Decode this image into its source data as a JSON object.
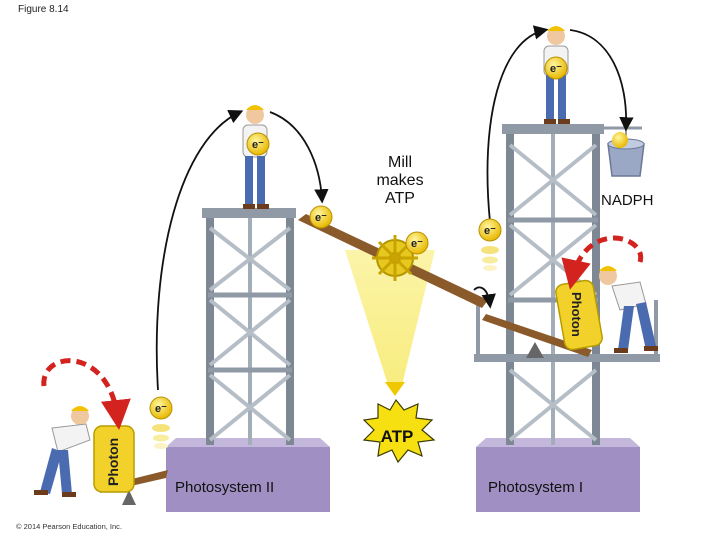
{
  "figure_label": "Figure 8.14",
  "copyright": "© 2014 Pearson Education, Inc.",
  "labels": {
    "mill_line1": "Mill",
    "mill_line2": "makes",
    "mill_line3": "ATP",
    "nadph": "NADPH",
    "atp_burst": "ATP",
    "photon_left": "Photon",
    "photon_right": "Photon",
    "photosystem_ii": "Photosystem II",
    "photosystem_i": "Photosystem I",
    "electron": "e⁻"
  },
  "colors": {
    "tower": "#8f9aa6",
    "base": "#9f8fc2",
    "electron": "#f4d420",
    "atp_burst": "#f7e012",
    "photon_arrow": "#d3231f",
    "plank": "#8b5a2b",
    "light_cone": "#faf089"
  }
}
